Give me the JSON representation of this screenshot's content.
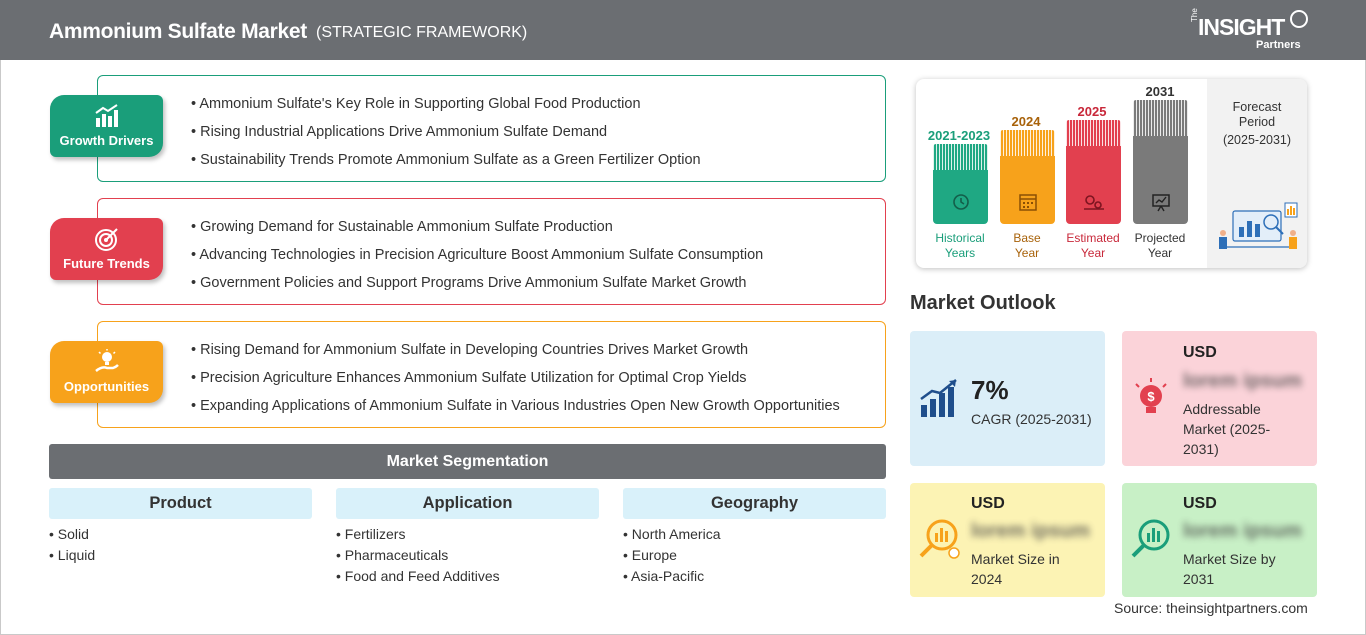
{
  "header": {
    "title": "Ammonium Sulfate Market",
    "subtitle": "(STRATEGIC FRAMEWORK)",
    "logo": {
      "prefix": "The",
      "main": "INSIGHT",
      "sub": "Partners"
    }
  },
  "framework": [
    {
      "label": "Growth Drivers",
      "icon": "growth-chart-icon",
      "color": "#1a9e7a",
      "items": [
        "Ammonium Sulfate's Key Role in Supporting Global Food Production",
        "Rising Industrial Applications Drive Ammonium Sulfate Demand",
        "Sustainability Trends Promote Ammonium Sulfate as a Green Fertilizer Option"
      ]
    },
    {
      "label": "Future Trends",
      "icon": "target-icon",
      "color": "#e2404f",
      "items": [
        "Growing Demand for Sustainable Ammonium Sulfate Production",
        "Advancing Technologies in Precision Agriculture Boost Ammonium Sulfate Consumption",
        "Government Policies and Support Programs Drive Ammonium Sulfate Market Growth"
      ]
    },
    {
      "label": "Opportunities",
      "icon": "lightbulb-hand-icon",
      "color": "#f7a21b",
      "items": [
        "Rising Demand for Ammonium Sulfate in Developing Countries Drives Market Growth",
        "Precision Agriculture Enhances Ammonium Sulfate Utilization for Optimal Crop Yields",
        "Expanding Applications of Ammonium Sulfate in Various Industries Open New Growth Opportunities"
      ]
    }
  ],
  "segmentation": {
    "title": "Market Segmentation",
    "columns": [
      {
        "head": "Product",
        "items": [
          "Solid",
          "Liquid"
        ]
      },
      {
        "head": "Application",
        "items": [
          "Fertilizers",
          "Pharmaceuticals",
          "Food and Feed Additives"
        ]
      },
      {
        "head": "Geography",
        "items": [
          "North America",
          "Europe",
          "Asia-Pacific"
        ]
      }
    ]
  },
  "timeline": {
    "bars": [
      {
        "year": "2021-2023",
        "label1": "Historical",
        "label2": "Years",
        "color": "#1fa883",
        "text_color": "#1a9e7a",
        "icon": "history-icon"
      },
      {
        "year": "2024",
        "label1": "Base",
        "label2": "Year",
        "color": "#f7a21b",
        "text_color": "#a8620a",
        "icon": "calendar-icon"
      },
      {
        "year": "2025",
        "label1": "Estimated",
        "label2": "Year",
        "color": "#e2404f",
        "text_color": "#c8283a",
        "icon": "gears-icon"
      },
      {
        "year": "2031",
        "label1": "Projected",
        "label2": "Year",
        "color": "#7a7a7a",
        "text_color": "#333333",
        "icon": "presentation-icon"
      }
    ],
    "forecast": {
      "line1": "Forecast",
      "line2": "Period",
      "line3": "(2025-2031)"
    }
  },
  "outlook": {
    "title": "Market Outlook",
    "cagr": {
      "value": "7%",
      "label": "CAGR (2025-2031)",
      "icon": "bar-chart-icon",
      "color": "#dbeef8"
    },
    "addressable": {
      "usd": "USD",
      "value": "lorem ipsum",
      "label": "Addressable Market (2025-2031)",
      "icon": "money-bulb-icon",
      "color": "#fbd3d9"
    },
    "size2024": {
      "usd": "USD",
      "value": "lorem ipsum",
      "label": "Market Size in 2024",
      "icon": "magnifier-chart-icon",
      "color": "#fcf3b4"
    },
    "size2031": {
      "usd": "USD",
      "value": "lorem ipsum",
      "label": "Market Size by 2031",
      "icon": "magnifier-chart-icon",
      "color": "#c8f0c6"
    }
  },
  "source": "Source: theinsightpartners.com"
}
